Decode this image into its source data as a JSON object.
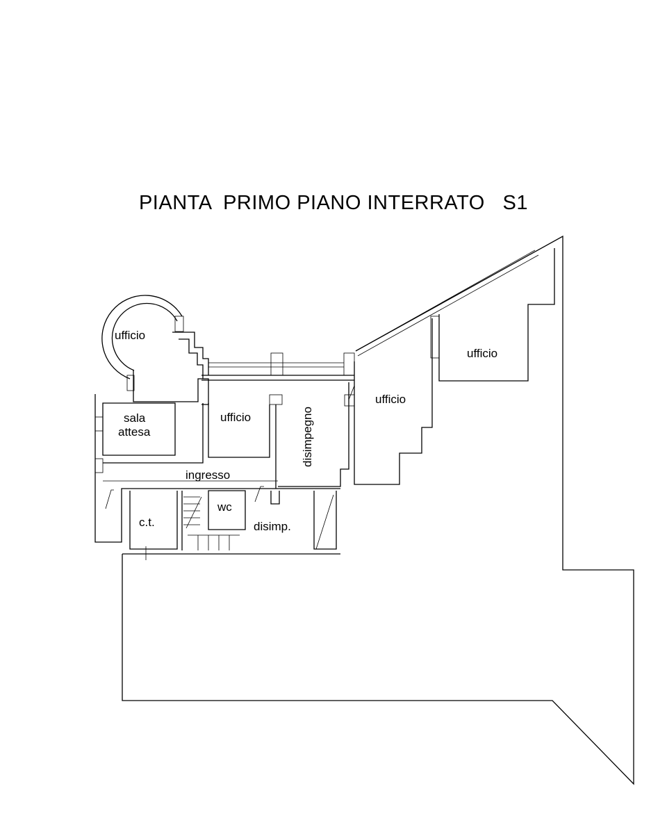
{
  "title": "PIANTA  PRIMO PIANO INTERRATO   S1",
  "rooms": {
    "ufficio_round": "ufficio",
    "ufficio_right": "ufficio",
    "ufficio_mid": "ufficio",
    "ufficio_center": "ufficio",
    "sala": "sala",
    "attesa": "attesa",
    "disimpegno": "disimpegno",
    "ingresso": "ingresso",
    "ct": "c.t.",
    "wc": "wc",
    "disimp": "disimp."
  }
}
